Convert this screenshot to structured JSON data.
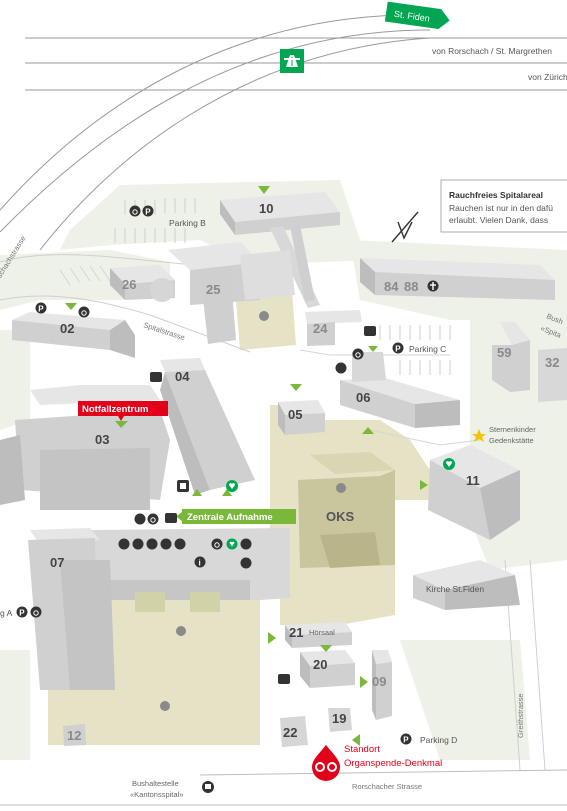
{
  "highway": {
    "exit_sign": "St. Fiden",
    "dir_rorschach": "von Rorschach / St. Margrethen",
    "dir_zurich": "von Zürich"
  },
  "notice": {
    "title": "Rauchfreies Spitalareal",
    "line1": "Rauchen ist nur in den dafü",
    "line2": "erlaubt. Vielen Dank, dass"
  },
  "streets": {
    "rorschacherstrasse_upper": "rschachstrasse",
    "spitalstrasse": "Spitalstrasse",
    "greithstrasse": "Greithstrasse",
    "rorschacher_strasse": "Rorschacher Strasse",
    "bushaltestelle_right_1": "Bush",
    "bushaltestelle_right_2": "«Spita"
  },
  "buildings": {
    "b10": "10",
    "b26": "26",
    "b25": "25",
    "b84": "84",
    "b88": "88",
    "b02": "02",
    "b24": "24",
    "b59": "59",
    "b32": "32",
    "b04": "04",
    "b06": "06",
    "b05": "05",
    "b03": "03",
    "b11": "11",
    "b07": "07",
    "b21": "21",
    "b20": "20",
    "b09": "09",
    "b19": "19",
    "b22": "22",
    "b12": "12",
    "oks": "OKS"
  },
  "labels": {
    "parking_b": "Parking B",
    "parking_c": "Parking C",
    "parking_d": "Parking D",
    "parking_a": "g A",
    "notfallzentrum": "Notfallzentrum",
    "zentrale_aufnahme": "Zentrale Aufnahme",
    "hoersaal": "Hörsaal",
    "kirche": "Kirche St.Fiden",
    "sternenkinder_1": "Sternenkinder",
    "sternenkinder_2": "Gedenkstätte",
    "standort": "Standort",
    "organspende": "Organspende-Denkmal",
    "bus_stop_1": "Bushaltestelle",
    "bus_stop_2": "«Kantonsspital»"
  },
  "icon_letters": {
    "parking": "P",
    "info": "i"
  },
  "colors": {
    "building_top": "#e6e6e6",
    "building_side": "#bdbdbd",
    "building_front": "#d0d0d0",
    "highlight_area": "#e5e2c6",
    "green_area": "#eef1e7",
    "accent_green": "#7ab83a",
    "emergency_red": "#e2001a",
    "highway_green": "#00a651",
    "icon_dark": "#333333"
  }
}
